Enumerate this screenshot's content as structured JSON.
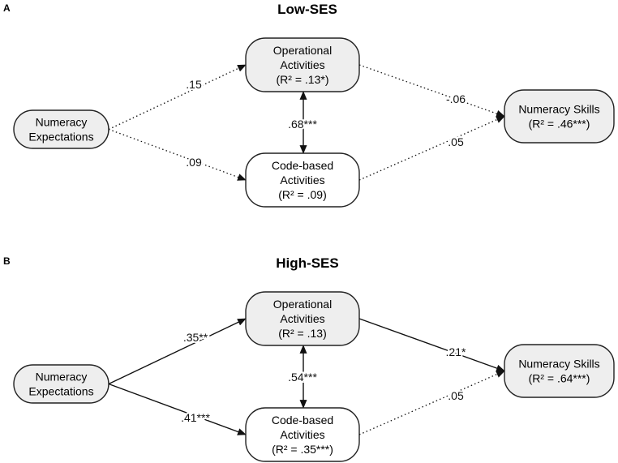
{
  "panels": [
    {
      "letter": "A",
      "title": "Low-SES",
      "nodes": {
        "expect": {
          "lines": [
            "Numeracy",
            "Expectations"
          ],
          "fill": "#eeeeee"
        },
        "oper": {
          "lines": [
            "Operational",
            "Activities",
            "(R² = .13*)"
          ],
          "fill": "#eeeeee"
        },
        "code": {
          "lines": [
            "Code-based",
            "Activities",
            "(R² = .09)"
          ],
          "fill": "#ffffff"
        },
        "skills": {
          "lines": [
            "Numeracy Skills",
            "(R² = .46***)"
          ],
          "fill": "#eeeeee"
        }
      },
      "edges": {
        "expect_oper": {
          "label": ".15",
          "style": "dotted"
        },
        "expect_code": {
          "label": ".09",
          "style": "dotted"
        },
        "oper_skills": {
          "label": "-.06",
          "style": "dotted"
        },
        "code_skills": {
          "label": ".05",
          "style": "dotted"
        },
        "oper_code": {
          "label": ".68***",
          "style": "solid"
        }
      }
    },
    {
      "letter": "B",
      "title": "High-SES",
      "nodes": {
        "expect": {
          "lines": [
            "Numeracy",
            "Expectations"
          ],
          "fill": "#eeeeee"
        },
        "oper": {
          "lines": [
            "Operational",
            "Activities",
            "(R² = .13)"
          ],
          "fill": "#eeeeee"
        },
        "code": {
          "lines": [
            "Code-based",
            "Activities",
            "(R² = .35***)"
          ],
          "fill": "#ffffff"
        },
        "skills": {
          "lines": [
            "Numeracy Skills",
            "(R² = .64***)"
          ],
          "fill": "#eeeeee"
        }
      },
      "edges": {
        "expect_oper": {
          "label": ".35**",
          "style": "solid"
        },
        "expect_code": {
          "label": ".41***",
          "style": "solid"
        },
        "oper_skills": {
          "label": ".21*",
          "style": "solid"
        },
        "code_skills": {
          "label": ".05",
          "style": "dotted"
        },
        "oper_code": {
          "label": ".54***",
          "style": "solid"
        }
      }
    }
  ]
}
